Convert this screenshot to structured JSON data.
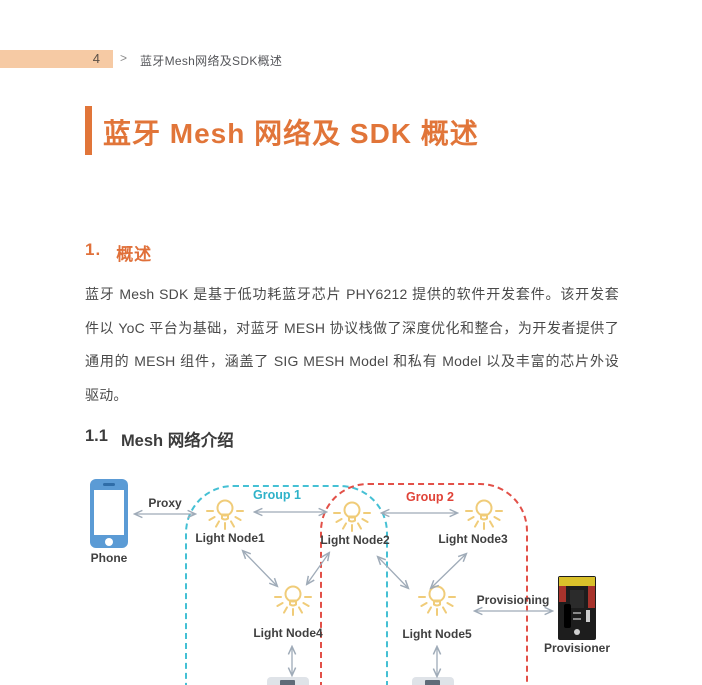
{
  "header": {
    "page_number": "4",
    "separator": ">",
    "breadcrumb": "蓝牙Mesh网络及SDK概述"
  },
  "title": "蓝牙 Mesh 网络及 SDK 概述",
  "section1": {
    "number": "1.",
    "title": "概述"
  },
  "paragraph_lines": [
    "蓝牙 Mesh SDK 是基于低功耗蓝牙芯片 PHY6212 提供的软件开发套件。该开发套",
    "件以 YoC 平台为基础，对蓝牙 MESH 协议栈做了深度优化和整合，为开发者提供了",
    "通用的 MESH 组件，涵盖了 SIG MESH Model 和私有 Model 以及丰富的芯片外设",
    "驱动。"
  ],
  "section11": {
    "number": "1.1",
    "title": "Mesh 网络介绍"
  },
  "diagram": {
    "phone_label": "Phone",
    "proxy_label": "Proxy",
    "group1_label": "Group 1",
    "group2_label": "Group 2",
    "provisioning_label": "Provisioning",
    "provisioner_label": "Provisioner",
    "nodes": [
      {
        "label": "Light Node1"
      },
      {
        "label": "Light Node2"
      },
      {
        "label": "Light Node3"
      },
      {
        "label": "Light Node4"
      },
      {
        "label": "Light Node5"
      }
    ]
  },
  "colors": {
    "accent_orange": "#e17539",
    "header_bar_peach": "#f6caa4",
    "group1_cyan": "#45c0d4",
    "group2_red": "#e25048",
    "phone_blue": "#5b9bd5",
    "bulb_yellow": "#f0cc79"
  }
}
